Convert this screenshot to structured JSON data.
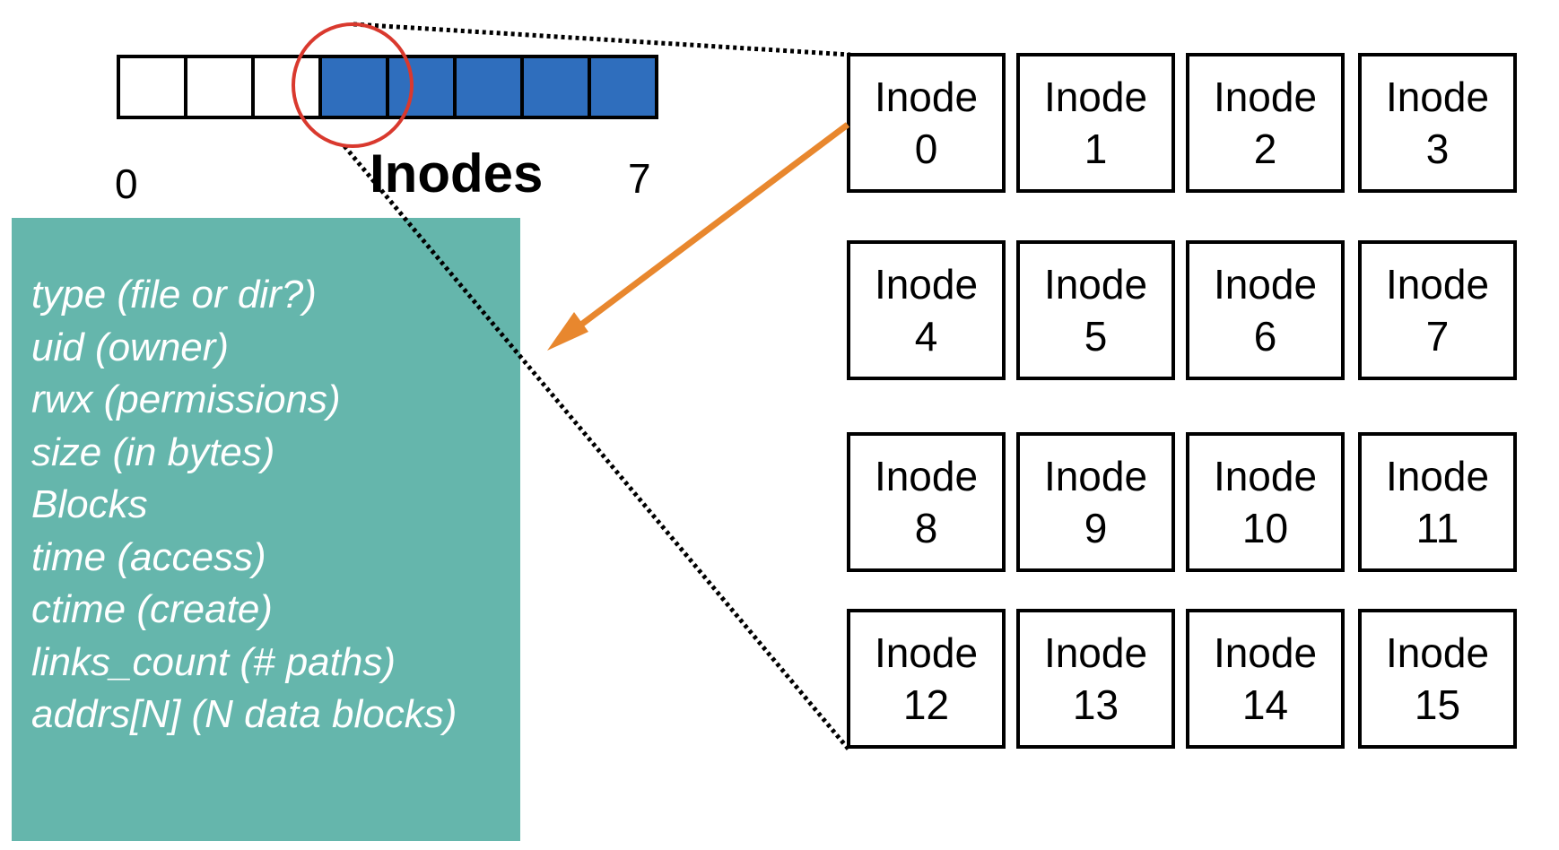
{
  "bitmap": {
    "title": "Inodes",
    "start_label": "0",
    "end_label": "7",
    "bits": [
      0,
      0,
      0,
      1,
      1,
      1,
      1,
      1
    ]
  },
  "inode_fields": [
    "type (file or dir?)",
    "uid (owner)",
    "rwx (permissions)",
    "size (in bytes)",
    "Blocks",
    "time (access)",
    "ctime (create)",
    "links_count (# paths)",
    "addrs[N] (N data blocks)"
  ],
  "inodes": [
    {
      "word": "Inode",
      "num": "0"
    },
    {
      "word": "Inode",
      "num": "1"
    },
    {
      "word": "Inode",
      "num": "2"
    },
    {
      "word": "Inode",
      "num": "3"
    },
    {
      "word": "Inode",
      "num": "4"
    },
    {
      "word": "Inode",
      "num": "5"
    },
    {
      "word": "Inode",
      "num": "6"
    },
    {
      "word": "Inode",
      "num": "7"
    },
    {
      "word": "Inode",
      "num": "8"
    },
    {
      "word": "Inode",
      "num": "9"
    },
    {
      "word": "Inode",
      "num": "10"
    },
    {
      "word": "Inode",
      "num": "11"
    },
    {
      "word": "Inode",
      "num": "12"
    },
    {
      "word": "Inode",
      "num": "13"
    },
    {
      "word": "Inode",
      "num": "14"
    },
    {
      "word": "Inode",
      "num": "15"
    }
  ],
  "colors": {
    "filled_bit": "#2f6ebd",
    "panel": "#65b6ac",
    "highlight_circle": "#d9392e",
    "arrow": "#e8872e"
  }
}
